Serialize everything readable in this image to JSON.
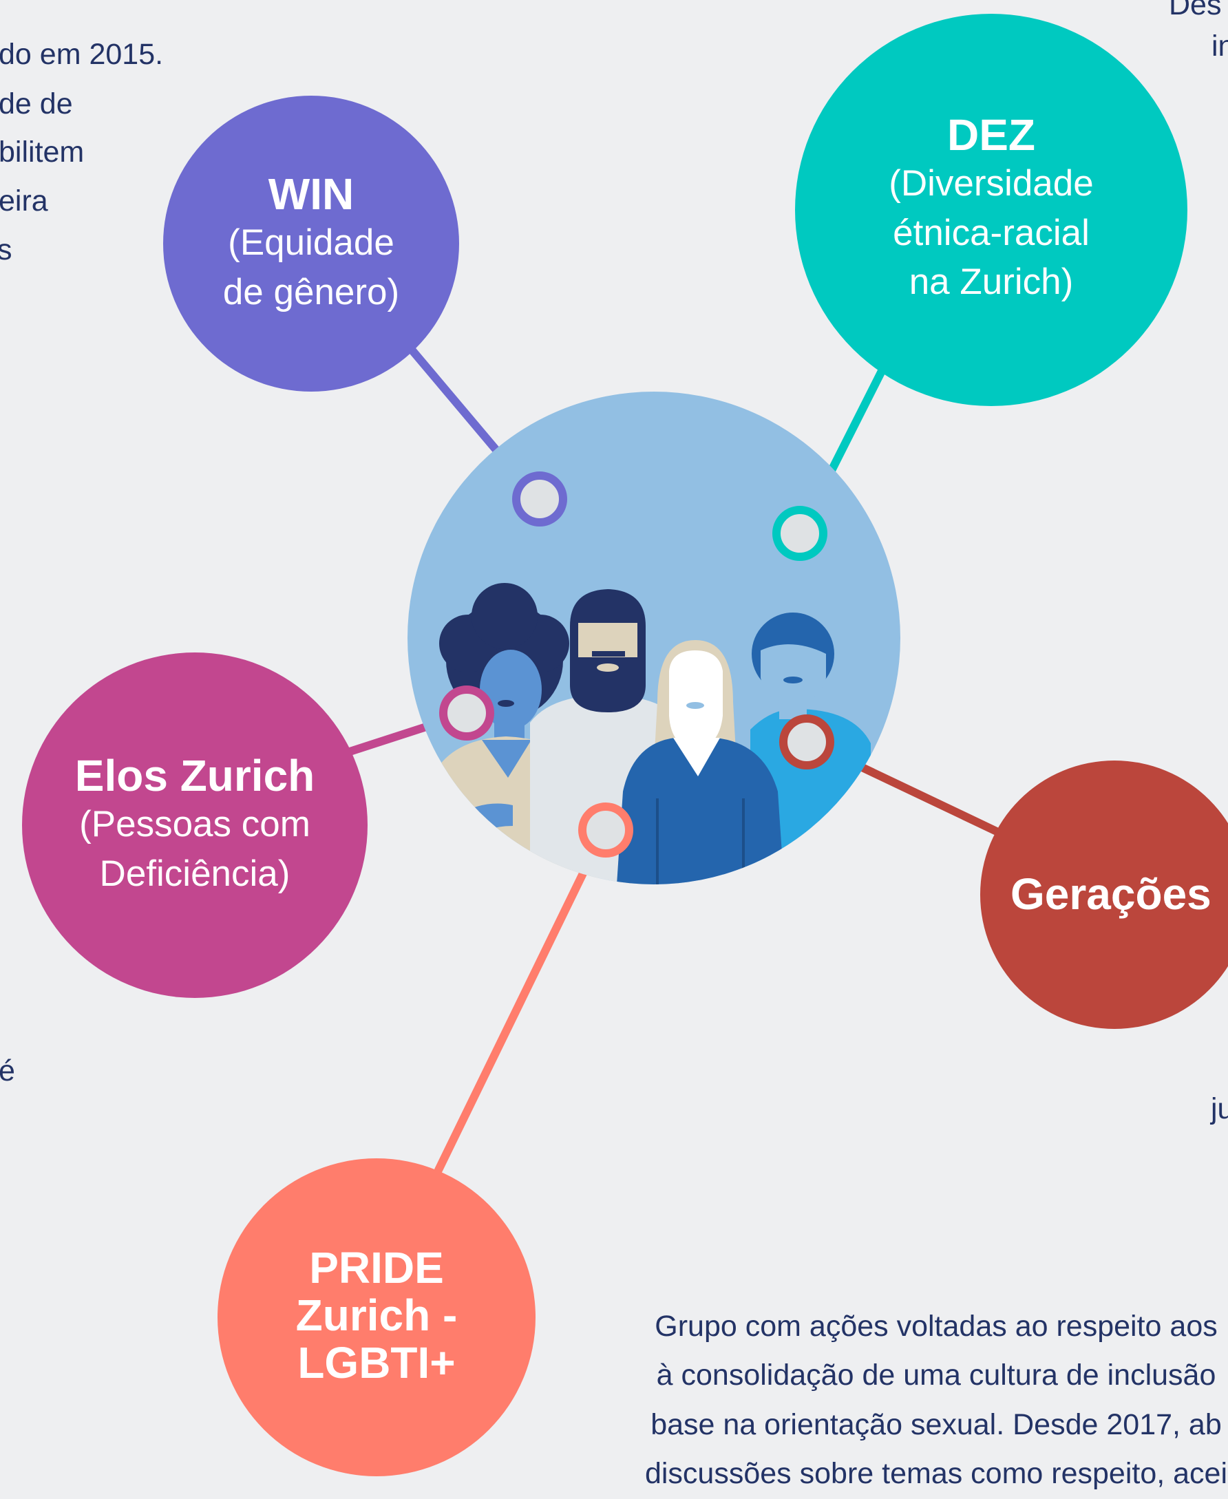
{
  "colors": {
    "background": "#eeeff1",
    "text": "#233366",
    "win": "#6e6bd0",
    "dez": "#00c9c0",
    "elos": "#c2478f",
    "geracoes": "#bb463c",
    "pride": "#ff7d6c",
    "center": "#92bfe3"
  },
  "fragments": {
    "left_1": "do em 2015.",
    "left_2": "de de",
    "left_3": "bilitem",
    "left_4": "eira",
    "left_5": "s",
    "left_6": "é",
    "right_1": "Des",
    "right_2": "in",
    "right_3": "ju"
  },
  "groups": {
    "win": {
      "title": "WIN",
      "subtitle_1": "(Equidade",
      "subtitle_2": "de gênero)",
      "icon": "pin-connector"
    },
    "dez": {
      "title": "DEZ",
      "subtitle_1": "(Diversidade",
      "subtitle_2": "étnica-racial",
      "subtitle_3": "na Zurich)",
      "icon": "pin-connector"
    },
    "elos": {
      "title": "Elos Zurich",
      "subtitle_1": "(Pessoas com",
      "subtitle_2": "Deficiência)",
      "icon": "pin-connector"
    },
    "geracoes": {
      "title": "Gerações",
      "icon": "pin-connector"
    },
    "pride": {
      "title_1": "PRIDE",
      "title_2": "Zurich -",
      "title_3": "LGBTI+",
      "icon": "pin-connector"
    }
  },
  "center_illustration": {
    "icon": "diverse-people-group-illustration"
  },
  "pride_description": {
    "line_1": "Grupo com ações voltadas ao respeito aos",
    "line_2": "à consolidação de uma cultura de inclusão",
    "line_3": "base na orientação sexual. Desde 2017, ab",
    "line_4": "discussões sobre temas como respeito, acei"
  }
}
